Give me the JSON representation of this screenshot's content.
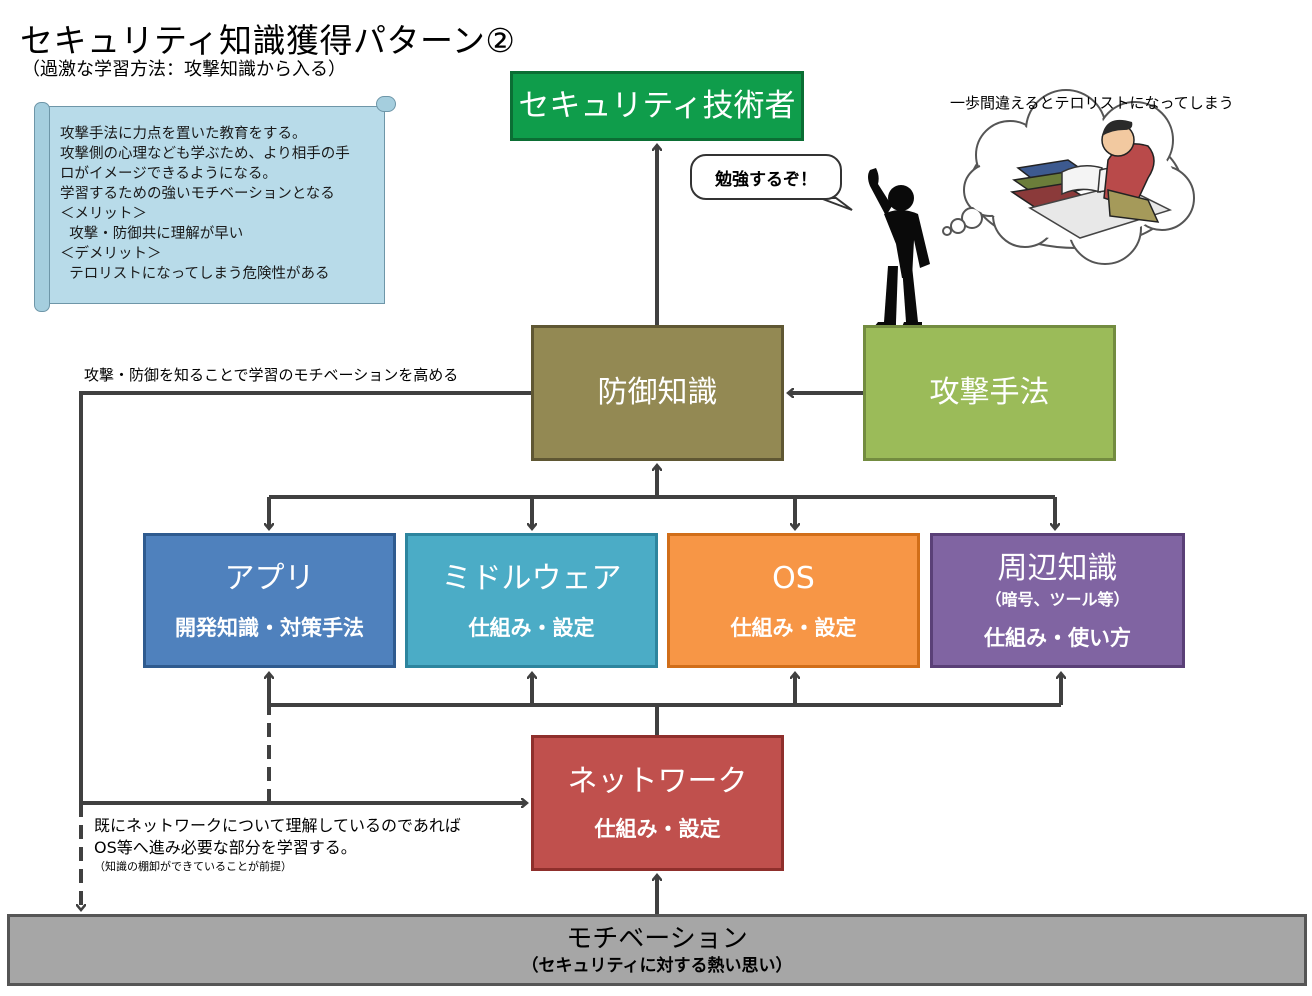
{
  "title": "セキュリティ知識獲得パターン②",
  "subtitle": "（過激な学習方法：攻撃知識から入る）",
  "scroll_note": "攻撃手法に力点を置いた教育をする。\n攻撃側の心理なども学ぶため、より相手の手\nロがイメージできるようになる。\n学習するための強いモチベーションとなる\n＜メリット＞\n  攻撃・防御共に理解が早い\n＜デメリット＞\n  テロリストになってしまう危険性がある",
  "boxes": {
    "tech": "セキュリティ技術者",
    "defense": "防御知識",
    "attack": "攻撃手法",
    "app": {
      "title": "アプリ",
      "sub": "開発知識・対策手法"
    },
    "middleware": {
      "title": "ミドルウェア",
      "sub": "仕組み・設定"
    },
    "os": {
      "title": "OS",
      "sub": "仕組み・設定"
    },
    "peripheral": {
      "title": "周辺知識",
      "note": "（暗号、ツール等）",
      "sub": "仕組み・使い方"
    },
    "network": {
      "title": "ネットワーク",
      "sub": "仕組み・設定"
    },
    "motivation": {
      "title": "モチベーション",
      "sub": "（セキュリティに対する熱い思い）"
    }
  },
  "notes": {
    "motivate": "攻撃・防御を知ることで学習のモチベーションを高める",
    "network_skip": "既にネットワークについて理解しているのであれば\nOS等へ進み必要な部分を学習する。",
    "network_skip_small": "（知識の棚卸ができていることが前提）",
    "speech": "勉強するぞ！",
    "thought": "一歩間違えるとテロリストになってしまう"
  },
  "colors": {
    "tech": "#0f9d4b",
    "defense": "#938953",
    "attack": "#9bbb59",
    "app": "#4f81bd",
    "middleware": "#4bacc6",
    "os": "#f79646",
    "peripheral": "#8064a2",
    "network": "#c0504d",
    "motivation": "#a6a6a6",
    "connector": "#404040"
  },
  "icons": [
    "person-silhouette-icon",
    "studying-person-icon",
    "thought-cloud-icon",
    "scroll-icon"
  ]
}
